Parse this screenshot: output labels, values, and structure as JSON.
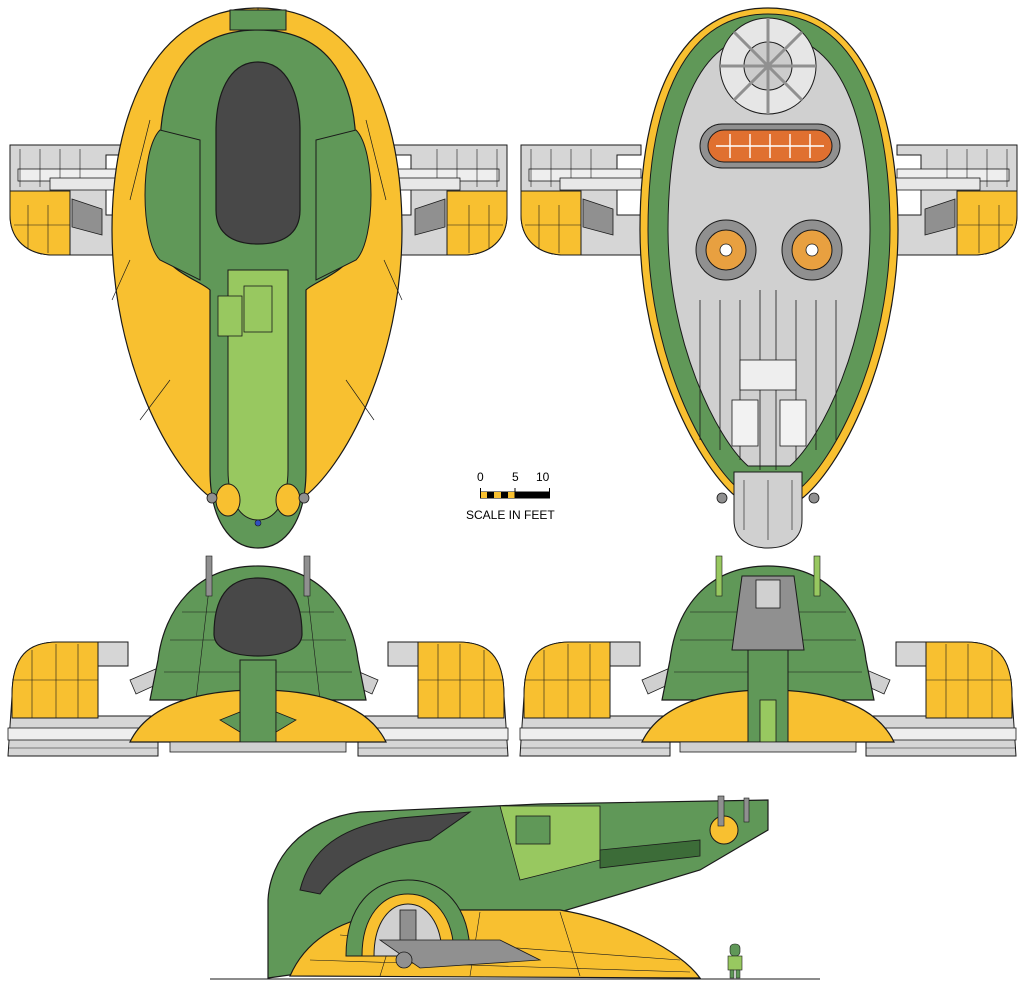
{
  "scale": {
    "ticks": [
      "0",
      "5",
      "10"
    ],
    "caption": "SCALE IN FEET"
  },
  "colors": {
    "hull_yellow": "#f8c030",
    "hull_green": "#609858",
    "light_green": "#98c860",
    "dark_green": "#3c6c38",
    "canopy": "#484848",
    "metal": "#d0d0d0",
    "metal_dark": "#909090",
    "orange": "#e07030",
    "outline": "#1a1a1a"
  }
}
